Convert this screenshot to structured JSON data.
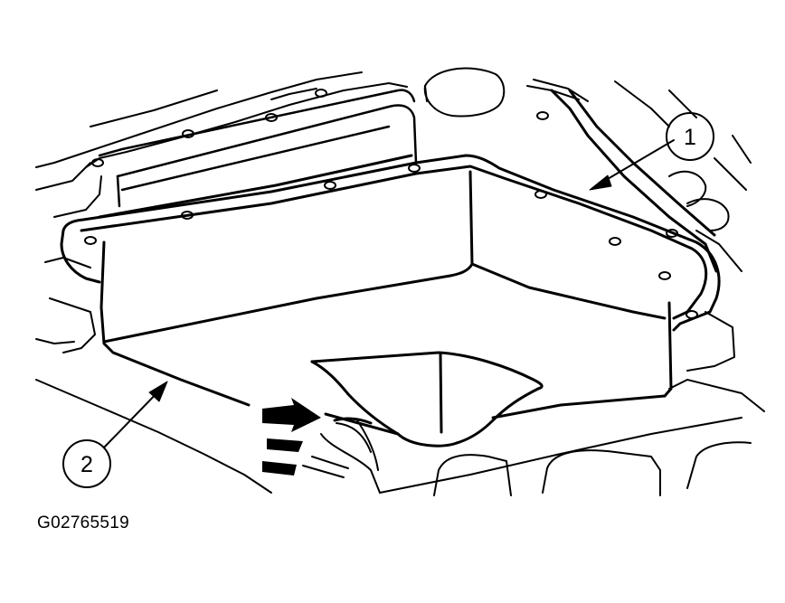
{
  "figure": {
    "code": "G02765519",
    "callouts": [
      {
        "id": "1",
        "label": "1"
      },
      {
        "id": "2",
        "label": "2"
      }
    ]
  },
  "colors": {
    "ink": "#000000",
    "background": "#ffffff"
  }
}
